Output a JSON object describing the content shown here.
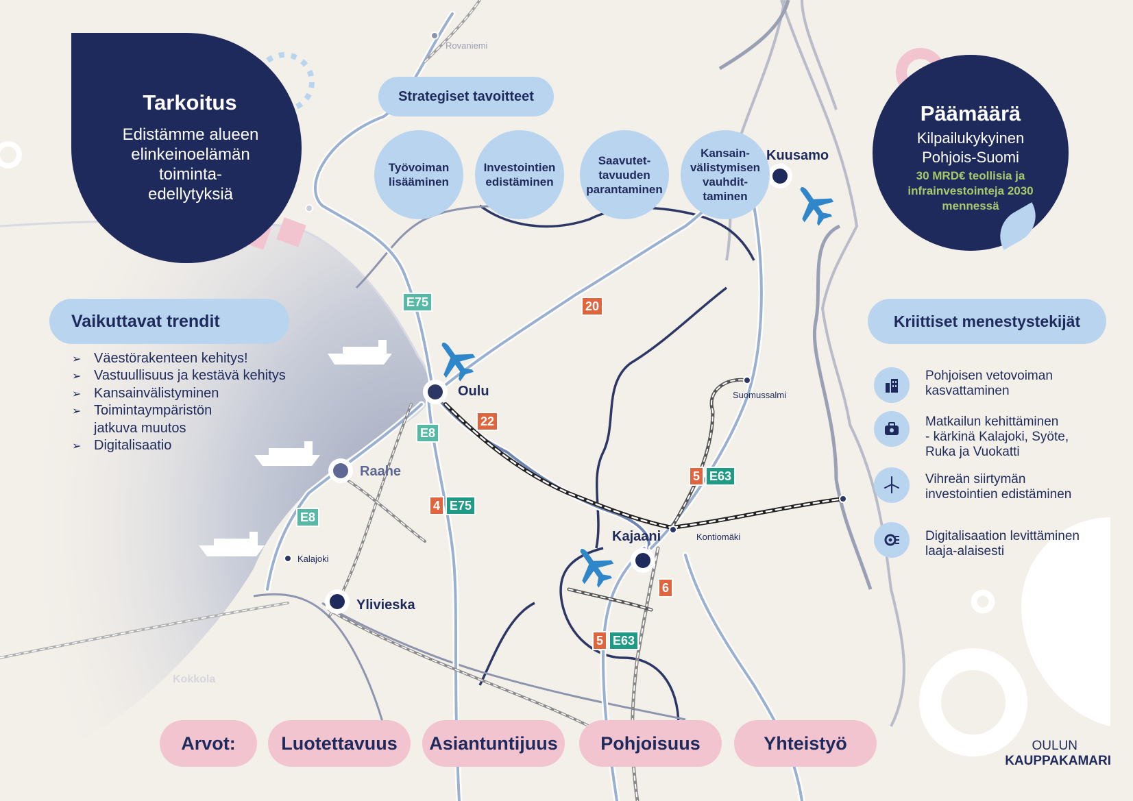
{
  "colors": {
    "navy": "#1f2a5c",
    "light_blue": "#b9d4ef",
    "pink": "#f2c4d0",
    "road_orange": "#e0653f",
    "road_green": "#1f9a85",
    "road_teal": "#55b9a6",
    "goal_highlight": "#a8c96a",
    "background": "#f3efe9"
  },
  "purpose": {
    "title": "Tarkoitus",
    "lines": [
      "Edistämme alueen",
      "elinkeinoelämän",
      "toiminta-",
      "edellytyksiä"
    ]
  },
  "strategic": {
    "title": "Strategiset tavoitteet",
    "goals": [
      [
        "Työvoiman",
        "lisääminen"
      ],
      [
        "Investointien",
        "edistäminen"
      ],
      [
        "Saavutet-",
        "tavuuden",
        "parantaminen"
      ],
      [
        "Kansain-",
        "välistymisen",
        "vauhdit-",
        "taminen"
      ]
    ]
  },
  "goal": {
    "title": "Päämäärä",
    "lines": [
      "Kilpailukykyinen",
      "Pohjois-Suomi"
    ],
    "highlight": [
      "30 MRD€ teollisia ja",
      "infrainvestointeja 2030",
      "mennessä"
    ]
  },
  "trends": {
    "title": "Vaikuttavat trendit",
    "items": [
      [
        "Väestörakenteen kehitys!"
      ],
      [
        "Vastuullisuus ja kestävä kehitys"
      ],
      [
        "Kansainvälistyminen"
      ],
      [
        "Toimintaympäristön",
        "jatkuva muutos"
      ],
      [
        "Digitalisaatio"
      ]
    ]
  },
  "factors": {
    "title": "Kriittiset menestystekijät",
    "items": [
      {
        "icon": "building-icon",
        "lines": [
          "Pohjoisen vetovoiman",
          "kasvattaminen"
        ]
      },
      {
        "icon": "suitcase-icon",
        "lines": [
          "Matkailun kehittäminen",
          "- kärkinä Kalajoki, Syöte,",
          "Ruka ja Vuokatti"
        ]
      },
      {
        "icon": "wind-turbine-icon",
        "lines": [
          "Vihreän siirtymän",
          "investointien edistäminen"
        ]
      },
      {
        "icon": "digital-icon",
        "lines": [
          "Digitalisaation levittäminen",
          "laaja-alaisesti"
        ]
      }
    ]
  },
  "values": {
    "label": "Arvot:",
    "items": [
      "Luotettavuus",
      "Asiantuntijuus",
      "Pohjoisuus",
      "Yhteistyö"
    ]
  },
  "map": {
    "cities": [
      "Oulu",
      "Raahe",
      "Ylivieska",
      "Kajaani",
      "Kuusamo"
    ],
    "places": [
      "Rovaniemi",
      "Kalajoki",
      "Suomussalmi",
      "Kontiomäki",
      "Kokkola"
    ],
    "roads": [
      "E75",
      "20",
      "E8",
      "22",
      "4",
      "E75",
      "E8",
      "5",
      "E63",
      "6",
      "5",
      "E63"
    ]
  },
  "logo": {
    "line1": "OULUN",
    "line2": "KAUPPAKAMARI"
  }
}
